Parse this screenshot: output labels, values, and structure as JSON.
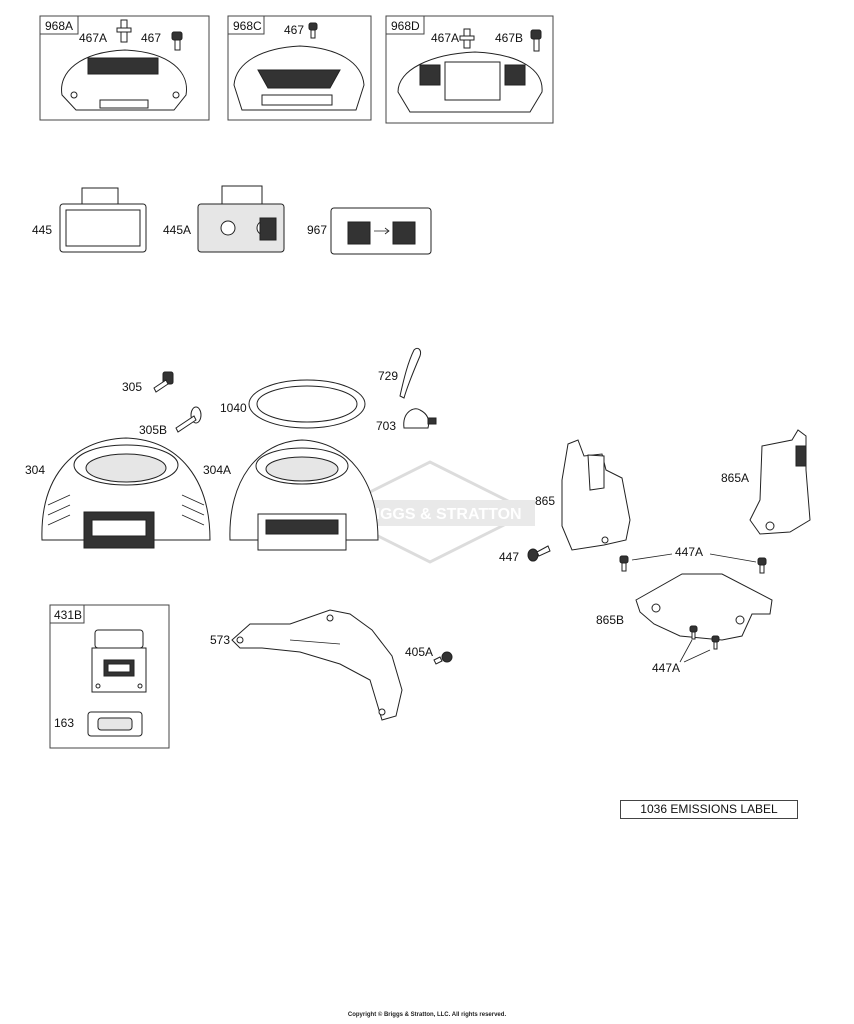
{
  "labels": {
    "kit_968a": "968A",
    "kit_968c": "968C",
    "kit_968d": "968D",
    "p467a_1": "467A",
    "p467_1": "467",
    "p467_2": "467",
    "p467a_2": "467A",
    "p467b": "467B",
    "p445": "445",
    "p445a": "445A",
    "p967": "967",
    "p305": "305",
    "p305b": "305B",
    "p1040": "1040",
    "p729": "729",
    "p703": "703",
    "p304": "304",
    "p304a": "304A",
    "p865": "865",
    "p865a": "865A",
    "p447": "447",
    "p447a_1": "447A",
    "p865b": "865B",
    "p447a_2": "447A",
    "kit_431b": "431B",
    "p163": "163",
    "p573": "573",
    "p405a": "405A"
  },
  "watermark": "BRIGGS & STRATTON",
  "emissions_label": "1036 EMISSIONS LABEL",
  "copyright": "Copyright © Briggs & Stratton, LLC. All rights reserved."
}
